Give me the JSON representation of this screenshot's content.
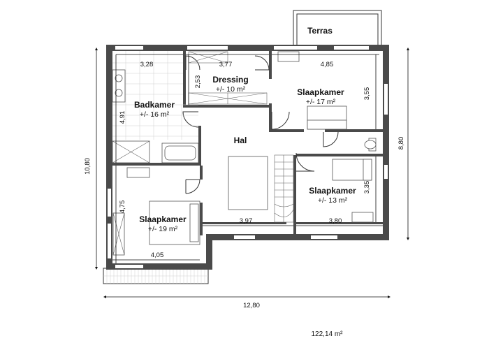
{
  "rooms": {
    "terras": {
      "name": "Terras"
    },
    "badkamer": {
      "name": "Badkamer",
      "area": "+/- 16 m²"
    },
    "dressing": {
      "name": "Dressing",
      "area": "+/- 10 m²"
    },
    "slaapkamer_ne": {
      "name": "Slaapkamer",
      "area": "+/- 17 m²"
    },
    "hal": {
      "name": "Hal"
    },
    "slaapkamer_se": {
      "name": "Slaapkamer",
      "area": "+/- 13 m²"
    },
    "slaapkamer_sw": {
      "name": "Slaapkamer",
      "area": "+/- 19 m²"
    }
  },
  "dimensions": {
    "badkamer_width": "3,28",
    "dressing_width": "3,77",
    "dressing_depth": "2,53",
    "slaapkamer_ne_width": "4,85",
    "slaapkamer_ne_depth": "3,55",
    "badkamer_depth": "4,91",
    "hal_width": "3,97",
    "slaapkamer_se_width": "3,80",
    "slaapkamer_se_depth": "3,35",
    "slaapkamer_sw_depth": "4,75",
    "slaapkamer_sw_width": "4,05",
    "overall_depth_left": "10,80",
    "overall_depth_right": "8,80",
    "overall_width": "12,80"
  },
  "total_area": "122,14 m²"
}
